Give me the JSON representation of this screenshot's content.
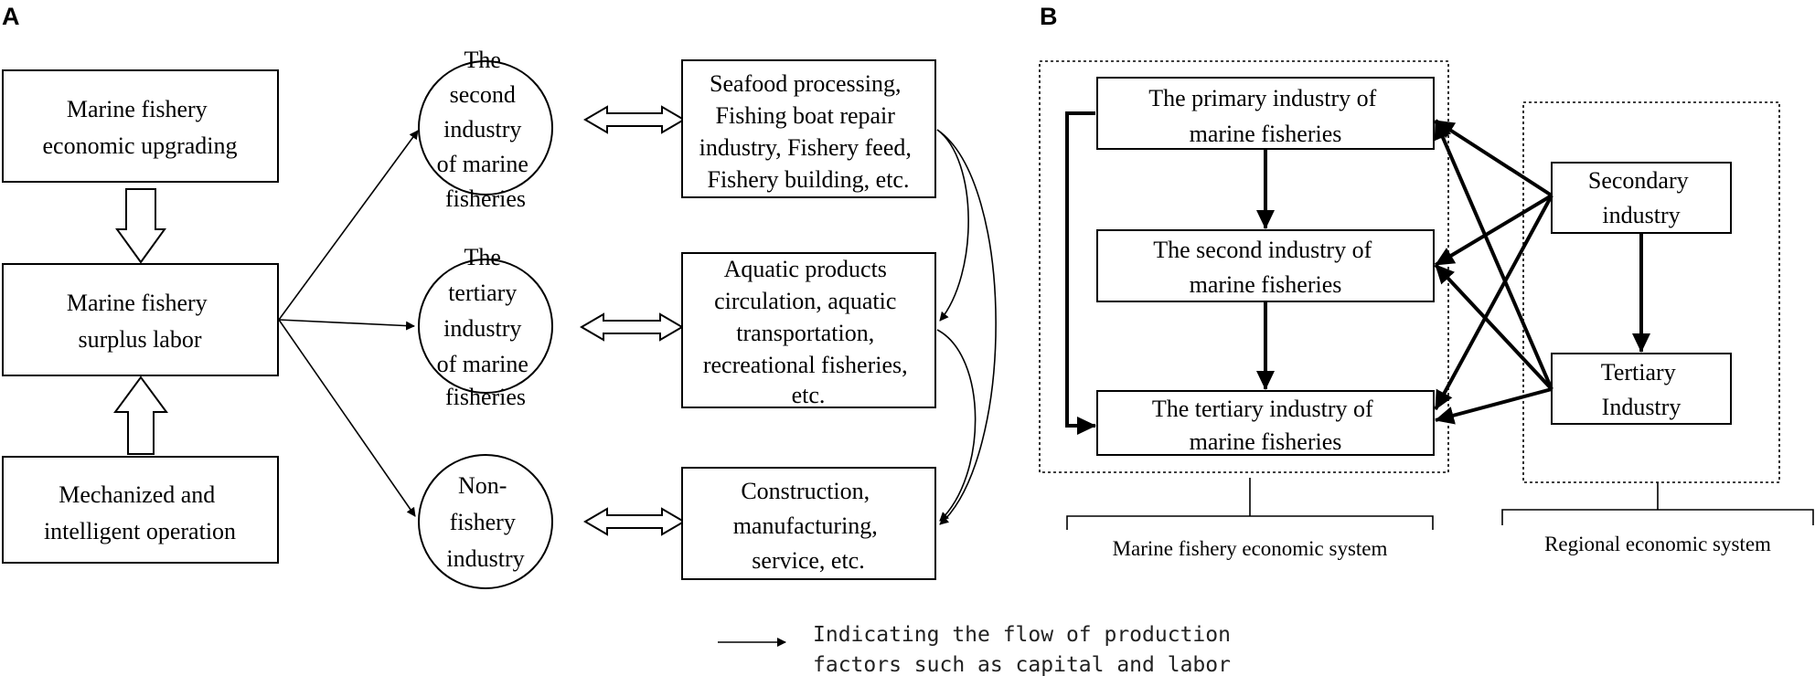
{
  "panel_a": {
    "label": "A",
    "upgrading": [
      "Marine fishery",
      "economic upgrading"
    ],
    "surplus_labor": [
      "Marine fishery",
      "surplus labor"
    ],
    "mechanized": [
      "Mechanized and",
      "intelligent operation"
    ],
    "second_industry": [
      "The",
      "second",
      "industry",
      "of marine",
      "fisheries"
    ],
    "tertiary_industry": [
      "The",
      "tertiary",
      "industry",
      "of marine",
      "fisheries"
    ],
    "non_fishery": [
      "Non-",
      "fishery",
      "industry"
    ],
    "second_examples": [
      "Seafood processing,",
      "Fishing boat repair",
      "industry, Fishery feed,",
      "Fishery building, etc."
    ],
    "tertiary_examples": [
      "Aquatic products",
      "circulation, aquatic",
      "transportation,",
      "recreational fisheries,",
      "etc."
    ],
    "non_fishery_examples": [
      "Construction,",
      "manufacturing,",
      "service, etc."
    ]
  },
  "panel_b": {
    "label": "B",
    "primary": [
      "The primary industry of",
      "marine fisheries"
    ],
    "second": [
      "The second industry of",
      "marine fisheries"
    ],
    "tertiary": [
      "The tertiary industry of",
      "marine fisheries"
    ],
    "secondary_industry": [
      "Secondary",
      "industry"
    ],
    "tertiary_industry": [
      "Tertiary",
      "Industry"
    ],
    "marine_system": "Marine fishery economic system",
    "regional_system": "Regional economic system"
  },
  "legend": {
    "text": [
      "Indicating the flow of production",
      "factors such as capital and labor"
    ]
  }
}
